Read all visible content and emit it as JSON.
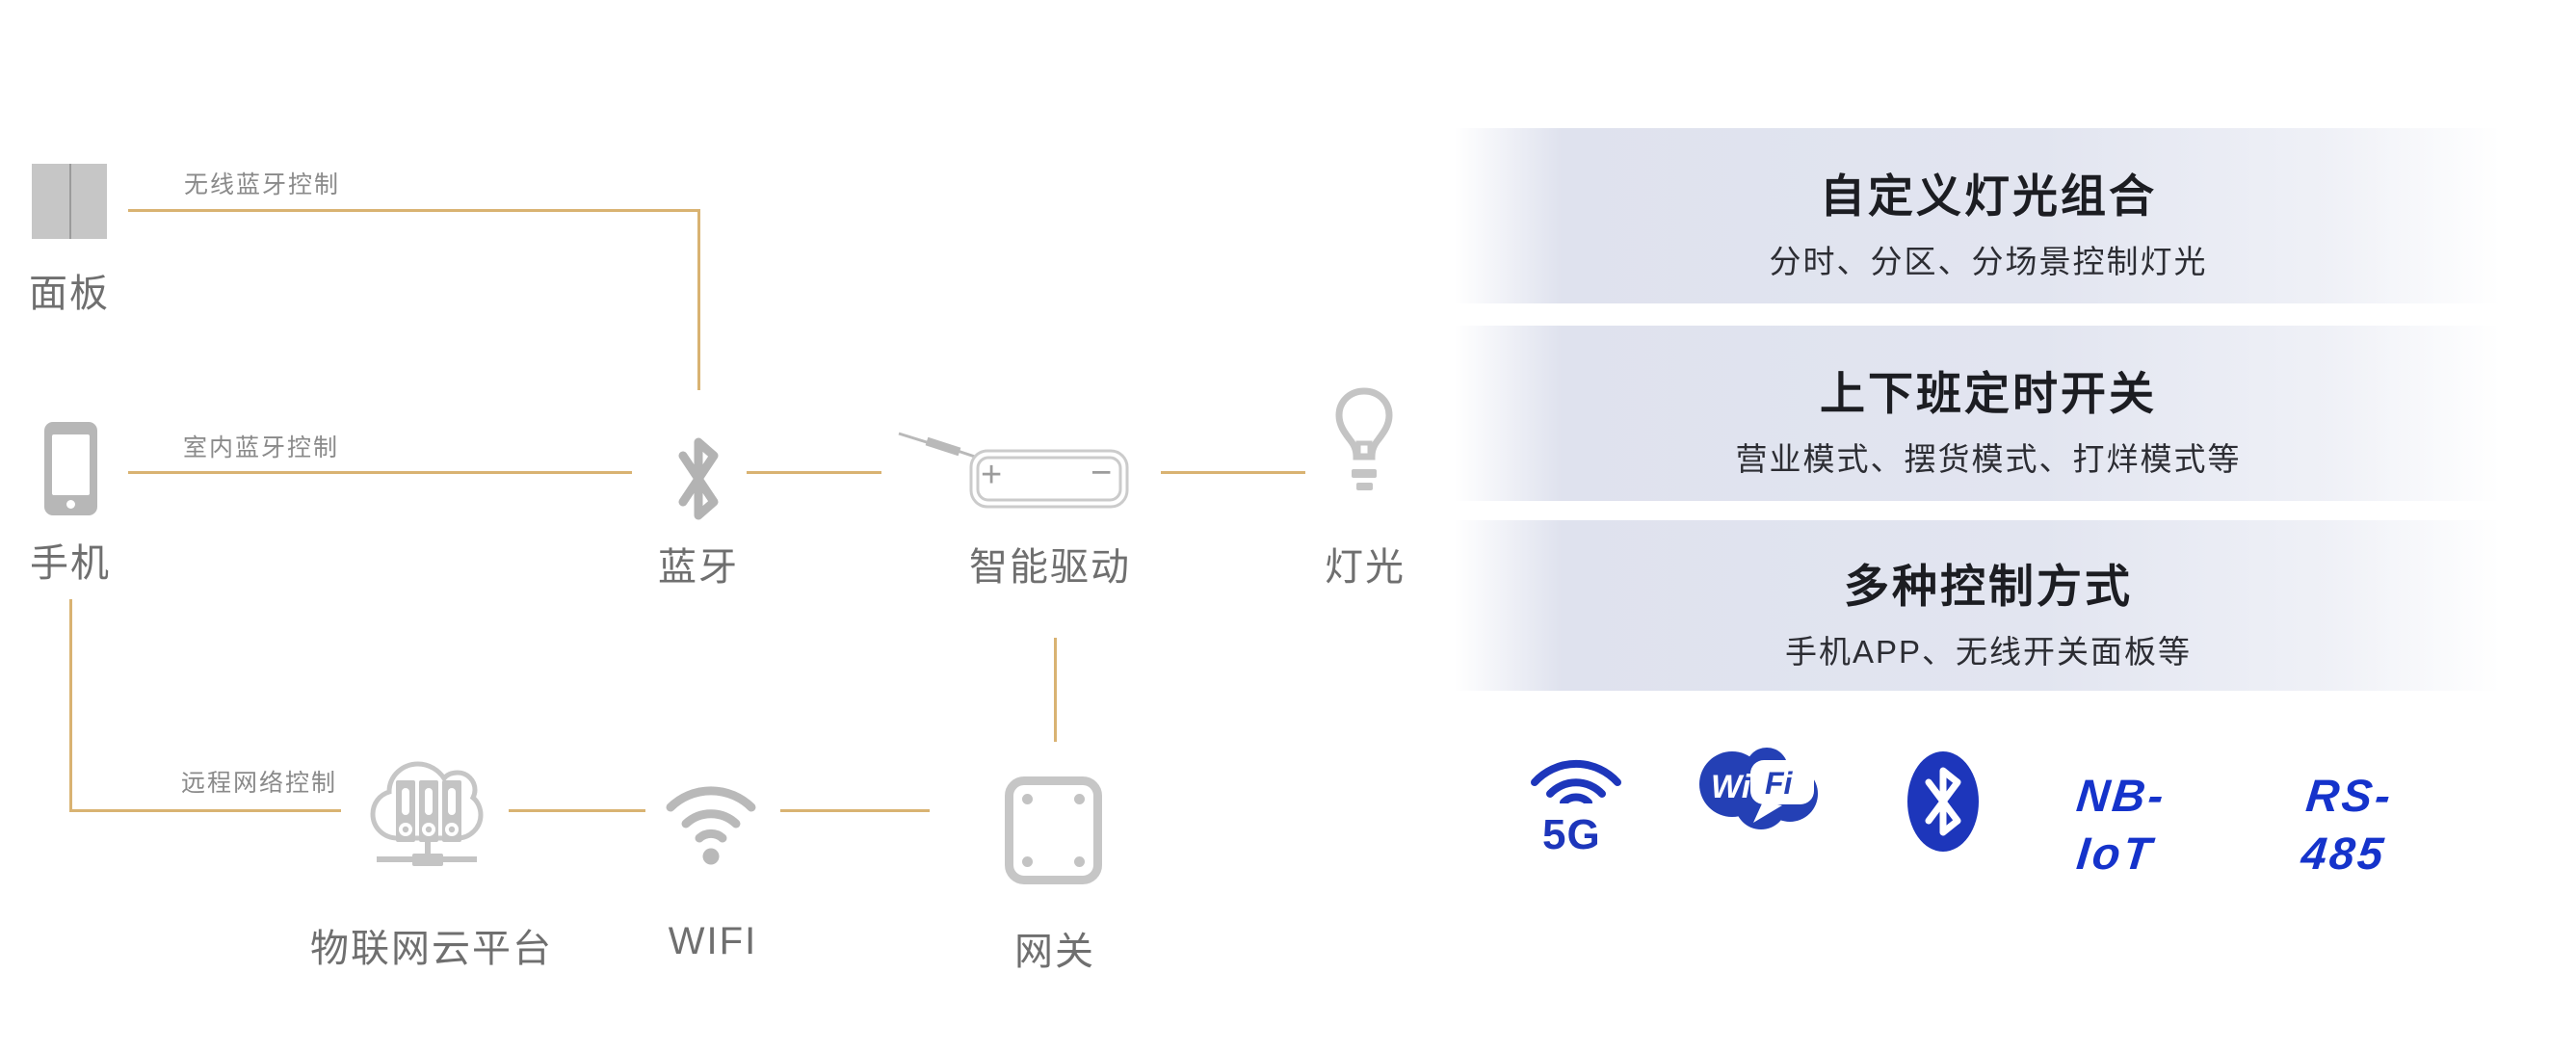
{
  "diagram": {
    "line_color": "#d9b372",
    "nodes": [
      {
        "id": "panel",
        "label": "面板"
      },
      {
        "id": "phone",
        "label": "手机"
      },
      {
        "id": "bluetooth",
        "label": "蓝牙"
      },
      {
        "id": "driver",
        "label": "智能驱动"
      },
      {
        "id": "light",
        "label": "灯光"
      },
      {
        "id": "cloud",
        "label": "物联网云平台"
      },
      {
        "id": "wifi",
        "label": "WIFI"
      },
      {
        "id": "gateway",
        "label": "网关"
      }
    ],
    "connections": [
      {
        "label": "无线蓝牙控制"
      },
      {
        "label": "室内蓝牙控制"
      },
      {
        "label": "远程网络控制"
      }
    ],
    "driver": {
      "plus": "+",
      "minus": "−"
    }
  },
  "features": [
    {
      "title": "自定义灯光组合",
      "subtitle": "分时、分区、分场景控制灯光"
    },
    {
      "title": "上下班定时开关",
      "subtitle": "营业模式、摆货模式、打烊模式等"
    },
    {
      "title": "多种控制方式",
      "subtitle": "手机APP、无线开关面板等"
    }
  ],
  "protocols": {
    "fiveg": "5G",
    "wifi_wi": "Wi",
    "wifi_fi": "Fi",
    "nb_iot": "NB-\nIoT",
    "rs485": "RS-\n485"
  },
  "colors": {
    "accent_gold": "#d9b372",
    "protocol_blue": "#1d36bb",
    "banner_bg": "#e2e5f0",
    "icon_gray": "#c4c4c4"
  }
}
